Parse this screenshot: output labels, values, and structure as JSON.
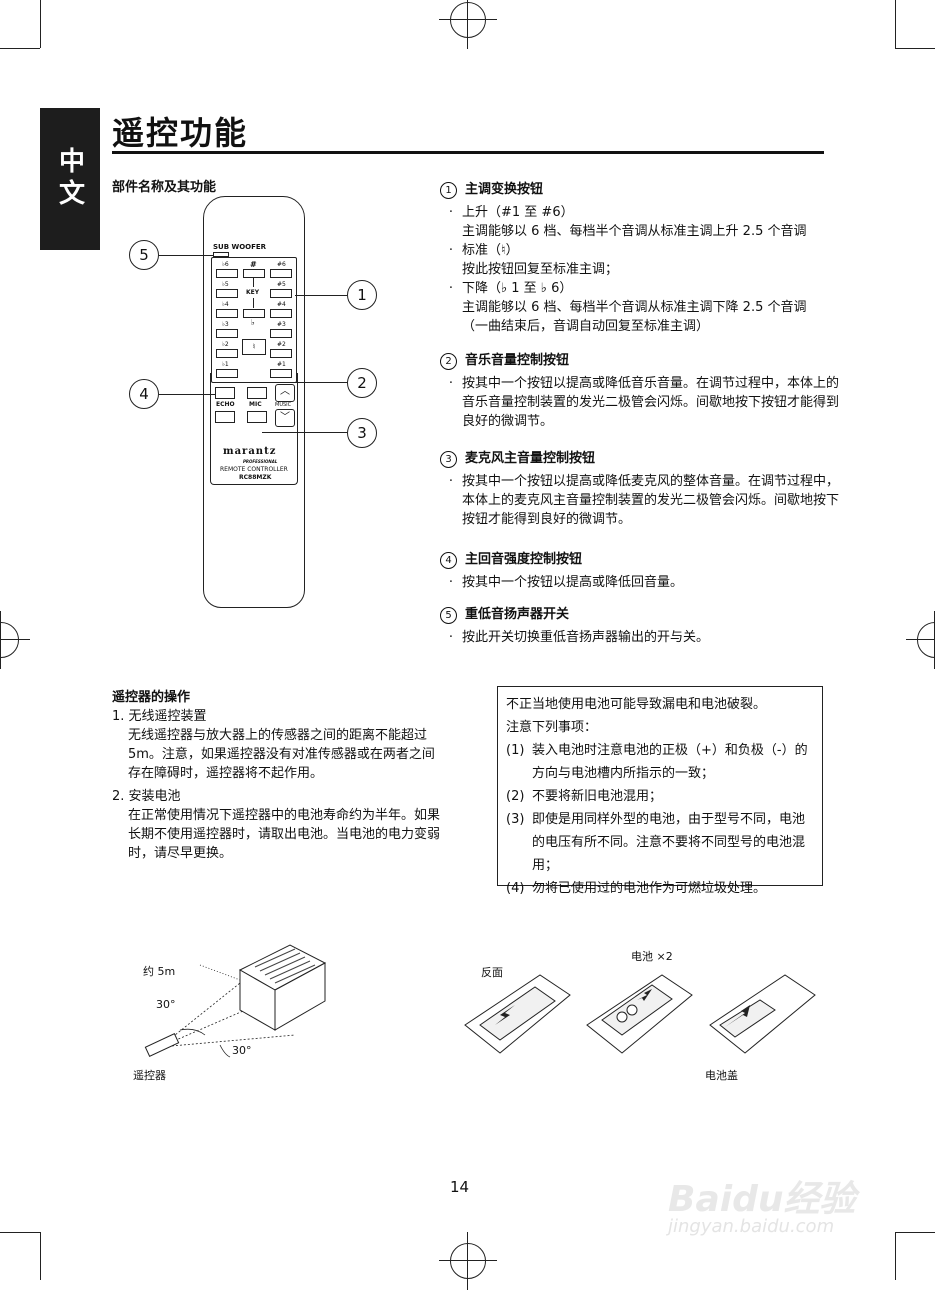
{
  "side_tab": "中文",
  "title": "遥控功能",
  "parts_heading": "部件名称及其功能",
  "remote": {
    "sub_woofer": "SUB WOOFER",
    "key_buttons_left": [
      "♭6",
      "♭5",
      "♭4",
      "♭3",
      "♭2",
      "♭1"
    ],
    "key_buttons_right": [
      "#6",
      "#5",
      "#4",
      "#3",
      "#2",
      "#1"
    ],
    "key_center": {
      "sharp": "#",
      "key": "KEY",
      "flat": "♭",
      "natural": "♮"
    },
    "echo": "ECHO",
    "mic": "MIC",
    "music": "MUSIC",
    "brand": "marantz",
    "brand_sub": "PROFESSIONAL",
    "model_line1": "REMOTE CONTROLLER",
    "model_line2": "RC88MZK",
    "callouts": [
      "1",
      "2",
      "3",
      "4",
      "5"
    ]
  },
  "sections": [
    {
      "num": "1",
      "heading": "主调变换按钮",
      "items": [
        {
          "lines": [
            "上升（#1 至 #6）",
            "主调能够以 6 档、每档半个音调从标准主调上升 2.5 个音调"
          ]
        },
        {
          "lines": [
            "标准（♮）",
            "按此按钮回复至标准主调；"
          ]
        },
        {
          "lines": [
            "下降（♭ 1 至 ♭ 6）",
            "主调能够以 6 档、每档半个音调从标准主调下降 2.5 个音调",
            "（一曲结束后，音调自动回复至标准主调）"
          ]
        }
      ]
    },
    {
      "num": "2",
      "heading": "音乐音量控制按钮",
      "items": [
        {
          "lines": [
            "按其中一个按钮以提高或降低音乐音量。在调节过程中，本体上的音乐音量控制装置的发光二极管会闪烁。间歇地按下按钮才能得到良好的微调节。"
          ]
        }
      ]
    },
    {
      "num": "3",
      "heading": "麦克风主音量控制按钮",
      "items": [
        {
          "lines": [
            "按其中一个按钮以提高或降低麦克风的整体音量。在调节过程中，本体上的麦克风主音量控制装置的发光二极管会闪烁。间歇地按下按钮才能得到良好的微调节。"
          ]
        }
      ]
    },
    {
      "num": "4",
      "heading": "主回音强度控制按钮",
      "items": [
        {
          "lines": [
            "按其中一个按钮以提高或降低回音量。"
          ]
        }
      ]
    },
    {
      "num": "5",
      "heading": "重低音扬声器开关",
      "items": [
        {
          "lines": [
            "按此开关切换重低音扬声器输出的开与关。"
          ]
        }
      ]
    }
  ],
  "operation": {
    "heading": "遥控器的操作",
    "items": [
      {
        "title": "1. 无线遥控装置",
        "text": "无线遥控器与放大器上的传感器之间的距离不能超过 5m。注意，如果遥控器没有对准传感器或在两者之间存在障碍时，遥控器将不起作用。"
      },
      {
        "title": "2. 安装电池",
        "text": "在正常使用情况下遥控器中的电池寿命约为半年。如果长期不使用遥控器时，请取出电池。当电池的电力变弱时，请尽早更换。"
      }
    ]
  },
  "caution": {
    "intro": "不正当地使用电池可能导致漏电和电池破裂。",
    "note": "注意下列事项：",
    "items": [
      {
        "n": "(1)",
        "text": "装入电池时注意电池的正极（+）和负极（-）的方向与电池槽内所指示的一致；"
      },
      {
        "n": "(2)",
        "text": "不要将新旧电池混用；"
      },
      {
        "n": "(3)",
        "text": "即使是用同样外型的电池，由于型号不同，电池的电压有所不同。注意不要将不同型号的电池混用；"
      },
      {
        "n": "(4)",
        "text": "勿将已使用过的电池作为可燃垃圾处理。"
      }
    ]
  },
  "figures": {
    "distance": "约 5m",
    "angle1": "30°",
    "angle2": "30°",
    "remote_label": "遥控器",
    "back_label": "反面",
    "battery_label": "电池 ×2",
    "cover_label": "电池盖"
  },
  "page_number": "14",
  "watermark": {
    "logo": "Baidu经验",
    "url": "jingyan.baidu.com"
  }
}
